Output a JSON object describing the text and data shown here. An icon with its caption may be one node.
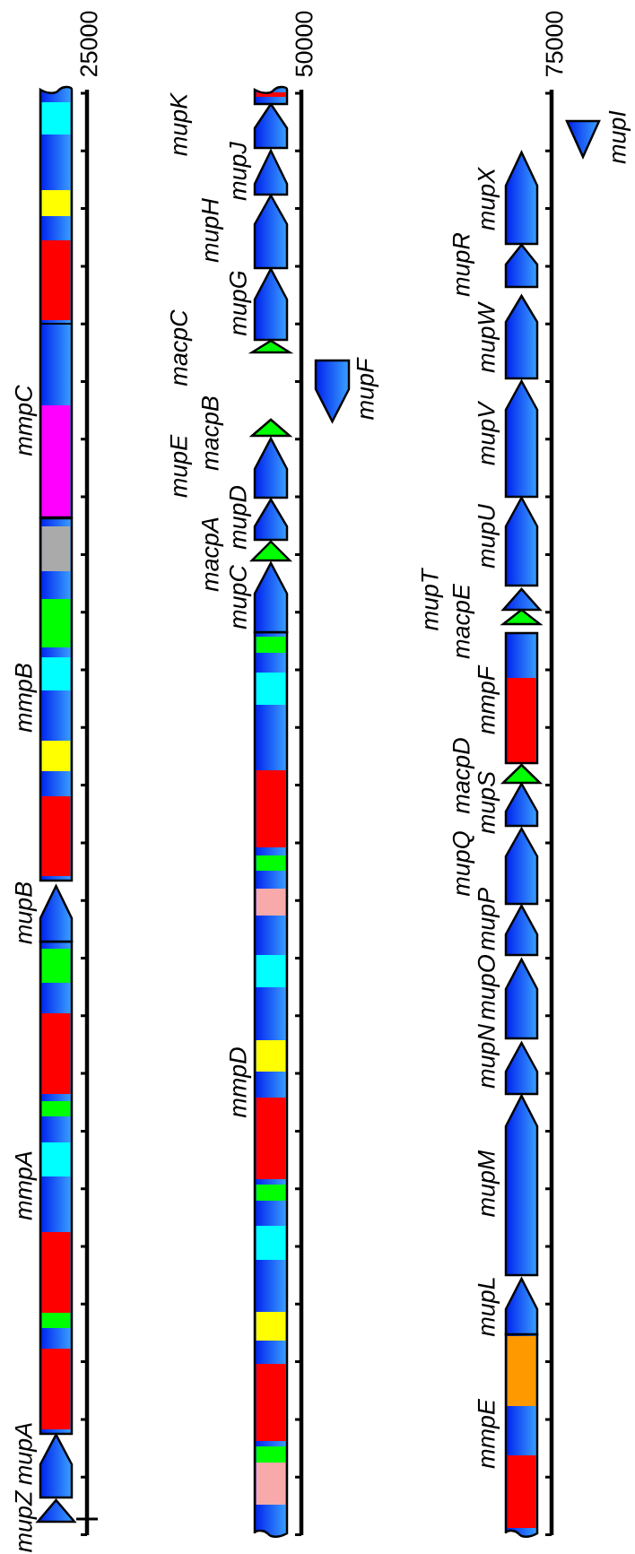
{
  "diagram": {
    "nodes": [
      {
        "text": [
          "mupZ"
        ]
      },
      {
        "text": [
          "mupA"
        ]
      },
      {
        "text": [
          "mmpA"
        ]
      },
      {
        "text": [
          "mupB"
        ]
      },
      {
        "text": [
          "mmpB"
        ]
      },
      {
        "text": [
          "mmpC"
        ]
      },
      {
        "text": [
          "mmpD"
        ]
      },
      {
        "text": [
          "mupC"
        ]
      },
      {
        "text": [
          "macpA"
        ]
      },
      {
        "text": [
          "mupD"
        ]
      },
      {
        "text": [
          "mupE"
        ]
      },
      {
        "text": [
          "macpB"
        ]
      },
      {
        "text": [
          "mupF"
        ]
      },
      {
        "text": [
          "macpC"
        ]
      },
      {
        "text": [
          "mupG"
        ]
      },
      {
        "text": [
          "mupH"
        ]
      },
      {
        "text": [
          "mupJ"
        ]
      },
      {
        "text": [
          "mupK"
        ]
      },
      {
        "text": [],
        "shape": "box"
      },
      {
        "text": [
          "mmpE"
        ]
      },
      {
        "text": [
          "mupL"
        ]
      },
      {
        "text": [
          "mupM"
        ]
      },
      {
        "text": [
          "mupN"
        ]
      },
      {
        "text": [
          "mupO"
        ]
      },
      {
        "text": [
          "mupP"
        ]
      },
      {
        "text": [
          "mupQ"
        ]
      },
      {
        "text": [
          "mupS"
        ]
      },
      {
        "text": [
          "macpD"
        ]
      },
      {
        "text": [
          "mmpF"
        ]
      },
      {
        "text": [
          "macpE"
        ]
      },
      {
        "text": [
          "mupT"
        ]
      },
      {
        "text": [
          "mupU"
        ]
      },
      {
        "text": [
          "mupV"
        ]
      },
      {
        "text": [
          "mupW"
        ]
      },
      {
        "text": [
          "mupR"
        ]
      },
      {
        "text": [
          "mupX"
        ]
      },
      {
        "text": [
          "mupI"
        ]
      }
    ],
    "labels": [
      "25000",
      "50000",
      "75000"
    ]
  }
}
